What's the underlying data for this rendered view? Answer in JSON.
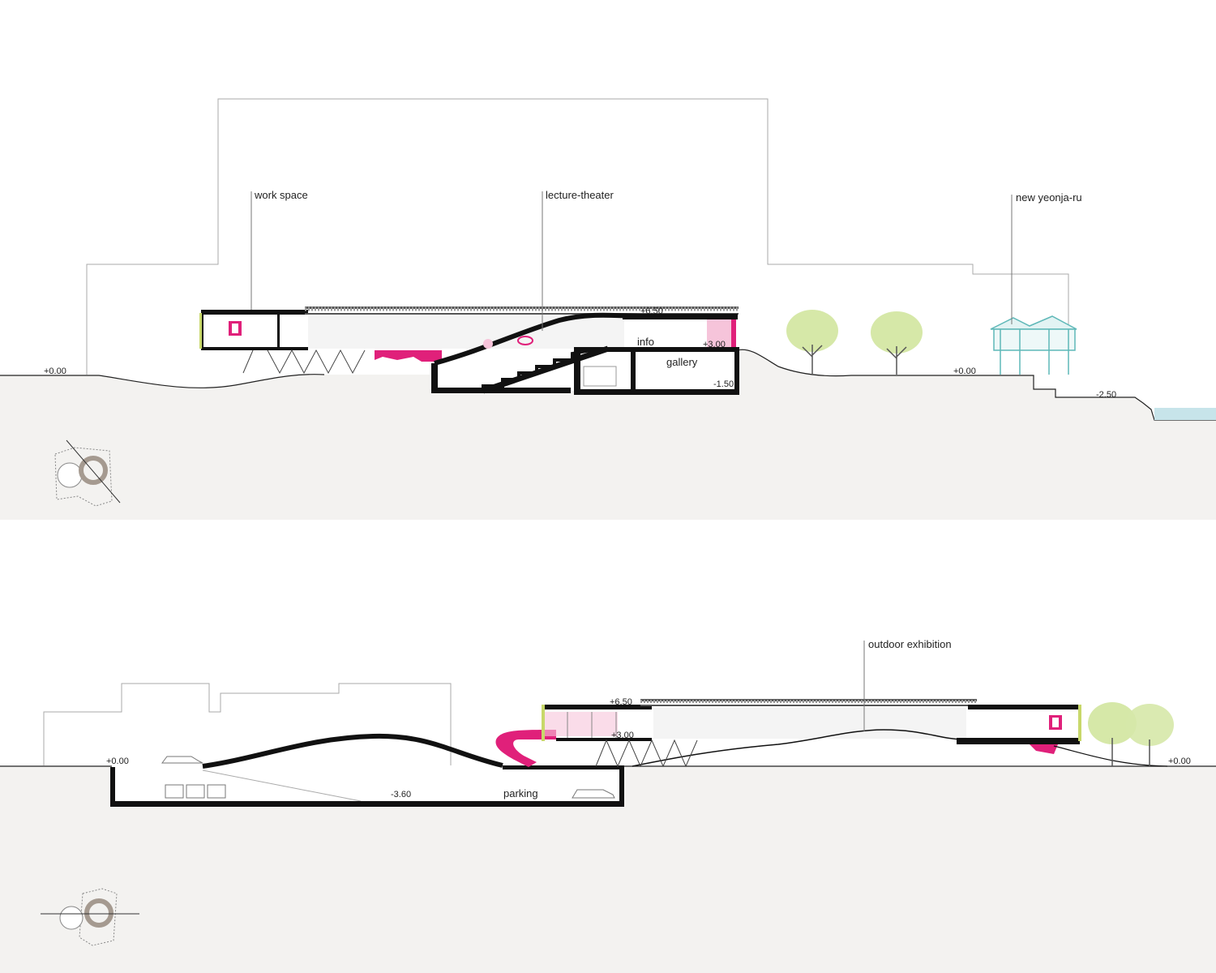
{
  "colors": {
    "ground_fill": "#f3f2f0",
    "structure": "#111111",
    "accent_pink": "#e0207a",
    "tree_green": "#d6e8a8",
    "water": "#c7e4ea",
    "pavilion_teal": "#5fb8b8",
    "outline_gray": "#bdbdbd"
  },
  "section_a": {
    "labels": {
      "work_space": "work space",
      "lecture_theater": "lecture-theater",
      "new_yeonja_ru": "new yeonja-ru",
      "info": "info",
      "gallery": "gallery"
    },
    "levels": {
      "ground_left": "+0.00",
      "roof": "+6.50",
      "upper": "+3.00",
      "gallery_floor": "-1.50",
      "ground_right": "+0.00",
      "waterfront": "-2.50"
    },
    "key_plan_icon": "site-key-plan-icon"
  },
  "section_b": {
    "labels": {
      "outdoor_exhibition": "outdoor exhibition",
      "parking": "parking"
    },
    "levels": {
      "ground_left": "+0.00",
      "parking_floor": "-3.60",
      "roof": "+6.50",
      "upper": "+3.00",
      "ground_right": "+0.00"
    },
    "key_plan_icon": "site-key-plan-icon"
  }
}
